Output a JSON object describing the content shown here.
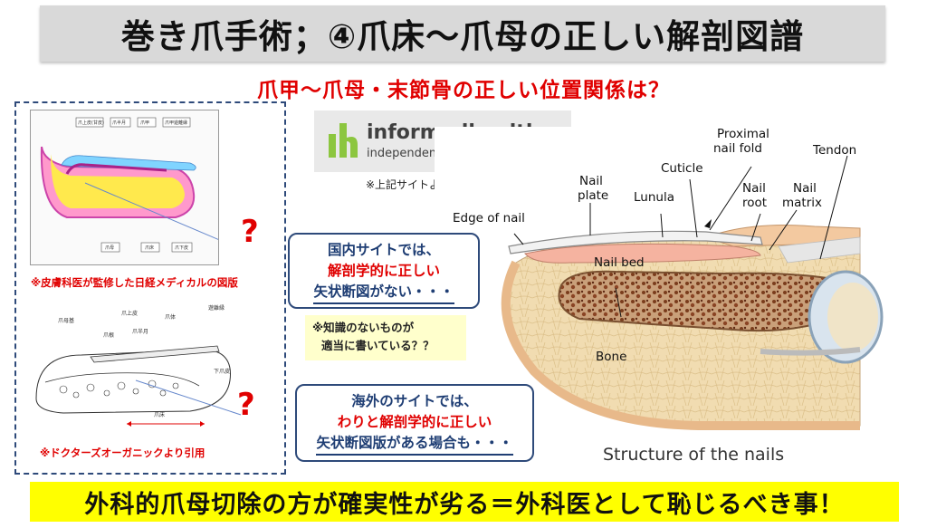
{
  "header": {
    "title": "巻き爪手術；④爪床〜爪母の正しい解剖図譜"
  },
  "subtitle": "爪甲〜爪母・末節骨の正しい位置関係は？",
  "left_panel": {
    "fig1_labels": [
      "爪上皮(甘皮)",
      "爪半月",
      "爪甲",
      "爪甲遊離縁",
      "爪母",
      "爪床",
      "爪下皮"
    ],
    "fig1_caption": "※皮膚科医が監修した日経メディカルの図版",
    "fig2_labels": [
      "爪母基",
      "爪上皮",
      "爪根",
      "爪半月",
      "爪体",
      "遊離縁",
      "下爪皮",
      "爪床"
    ],
    "fig2_caption": "※ドクターズオーガニックより引用",
    "question_mark": "?"
  },
  "logo": {
    "name": "informedhealth.org",
    "tagline": "independent | evidence-based",
    "mark_color": "#8cc63f"
  },
  "citation": "※上記サイトより引用",
  "callout_top": {
    "line1": "国内サイトでは、",
    "line2": "解剖学的に正しい",
    "line3": "矢状断図がない・・・"
  },
  "note": {
    "line1": "※知識のないものが",
    "line2": "適当に書いている？？"
  },
  "callout_bottom": {
    "line1": "海外のサイトでは、",
    "line2": "わりと解剖学的に正しい",
    "line3": "矢状断図版がある場合も・・・"
  },
  "diagram": {
    "labels": {
      "edge_of_nail": "Edge of nail",
      "nail_plate_1": "Nail",
      "nail_plate_2": "plate",
      "lunula": "Lunula",
      "cuticle": "Cuticle",
      "proximal_1": "Proximal",
      "proximal_2": "nail fold",
      "nail_root_1": "Nail",
      "nail_root_2": "root",
      "nail_matrix_1": "Nail",
      "nail_matrix_2": "matrix",
      "tendon": "Tendon",
      "nail_bed": "Nail bed",
      "bone": "Bone"
    },
    "caption": "Structure of the nails"
  },
  "footer": {
    "text": "外科的爪母切除の方が確実性が劣る＝外科医として恥じるべき事！"
  },
  "colors": {
    "accent_red": "#e00000",
    "navy": "#1f3e74",
    "highlight": "#ffff00",
    "title_bg": "#d9d9d9"
  }
}
